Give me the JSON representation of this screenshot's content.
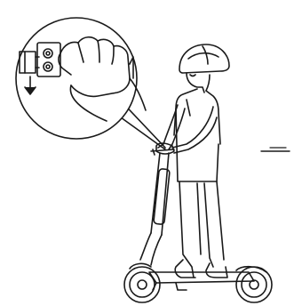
{
  "figure": {
    "type": "line-art illustration",
    "colors": {
      "line": "#1a1a1a",
      "background": "#ffffff",
      "fill": "#ffffff"
    },
    "elements": {
      "rider": "person-wearing-helmet",
      "vehicle": "electric-scooter",
      "callout": "magnified-hand-pressing-throttle",
      "motion_indicator": "down-arrow-icon",
      "marker": "horizontal-dash"
    }
  }
}
